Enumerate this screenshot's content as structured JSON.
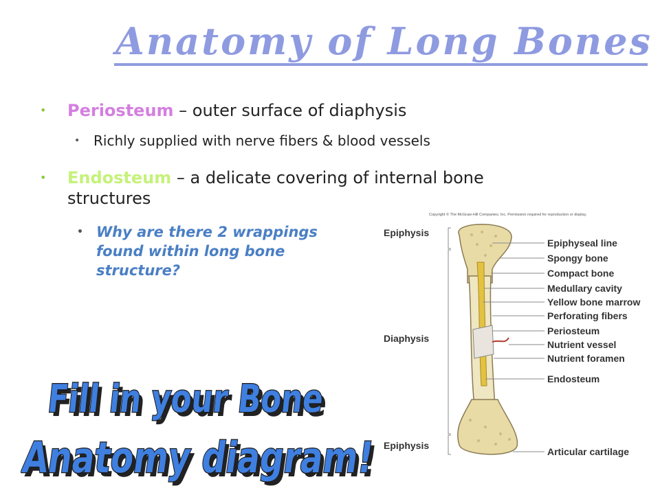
{
  "slide": {
    "title": "Anatomy of Long Bones",
    "bullets": [
      {
        "term": "Periosteum",
        "text": " – outer surface of diaphysis",
        "sub": "Richly supplied with nerve fibers & blood vessels"
      },
      {
        "term": "Endosteum",
        "text": " – a delicate covering of internal bone structures",
        "sub": "Why are there 2 wrappings found within long bone structure?"
      }
    ],
    "wordart": {
      "line1": "Fill in your Bone",
      "line2": "Anatomy diagram!"
    }
  },
  "diagram": {
    "copyright": "Copyright © The McGraw-Hill Companies, Inc. Permission required for reproduction or display.",
    "left_labels": [
      "Epiphysis",
      "Diaphysis",
      "Epiphysis"
    ],
    "right_labels": [
      "Epiphyseal line",
      "Spongy bone",
      "Compact bone",
      "Medullary cavity",
      "Yellow bone marrow",
      "Perforating fibers",
      "Periosteum",
      "Nutrient vessel",
      "Nutrient foramen",
      "Endosteum",
      "Articular cartilage"
    ]
  },
  "colors": {
    "title": "#8f9be0",
    "periosteum_term": "#d47fe0",
    "endosteum_term": "#c5f27a",
    "question": "#4a7fc4",
    "bullet": "#8dc63f",
    "wordart_fill": "#3f7fe0"
  }
}
